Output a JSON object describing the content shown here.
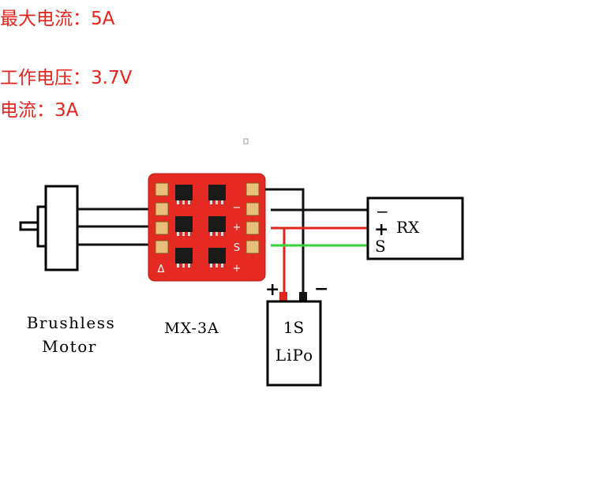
{
  "specs": {
    "max_current": "最大电流：5A",
    "working_voltage": "工作电压：3.7V",
    "current": "电流：3A"
  },
  "labels": {
    "motor_line1": "Brushless",
    "motor_line2": "Motor",
    "esc": "MX-3A",
    "rx": "RX",
    "rx_minus": "−",
    "rx_plus": "+",
    "rx_s": "S",
    "battery_line1": "1S",
    "battery_line2": "LiPo",
    "battery_plus": "+",
    "battery_minus": "−",
    "board_left_mark": "Δ",
    "board_pad_minus": "−",
    "board_pad_s": "S",
    "board_pad_plus": "+"
  },
  "colors": {
    "spec_text": "#e8231c",
    "board": "#e42a23",
    "wire_black": "#111111",
    "wire_red": "#e0231b",
    "wire_green": "#35d33a"
  }
}
